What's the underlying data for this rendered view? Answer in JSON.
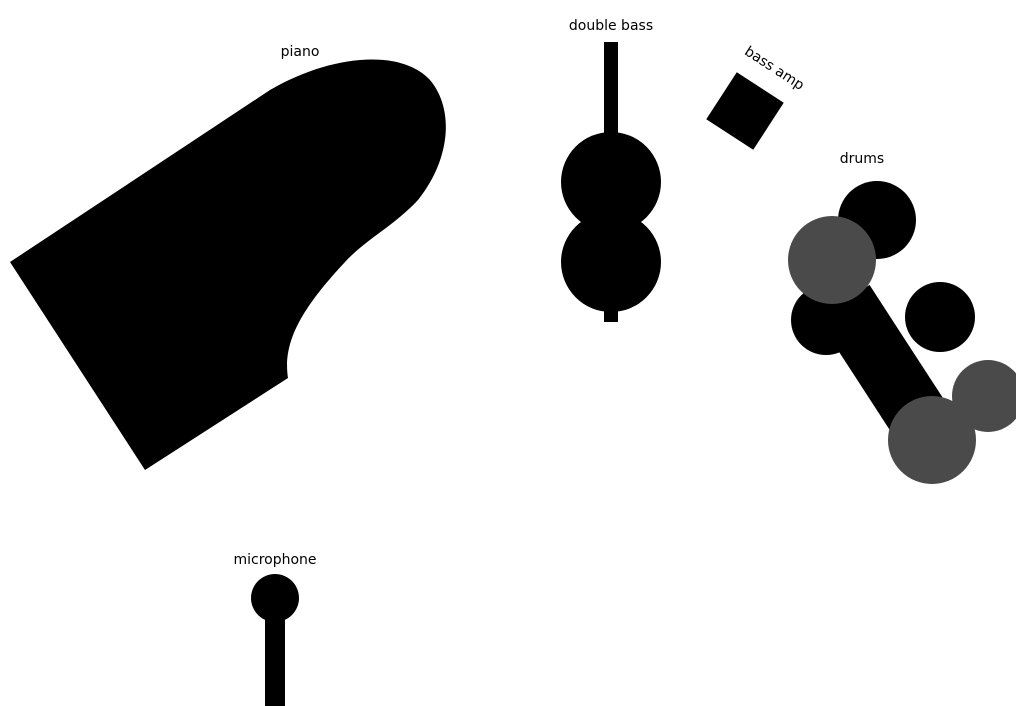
{
  "labels": {
    "piano": "piano",
    "double_bass": "double bass",
    "bass_amp": "bass amp",
    "drums": "drums",
    "microphone": "microphone"
  },
  "colors": {
    "background": "#ffffff",
    "instrument": "#000000",
    "cymbal": "#4a4a4a",
    "text": "#000000"
  }
}
